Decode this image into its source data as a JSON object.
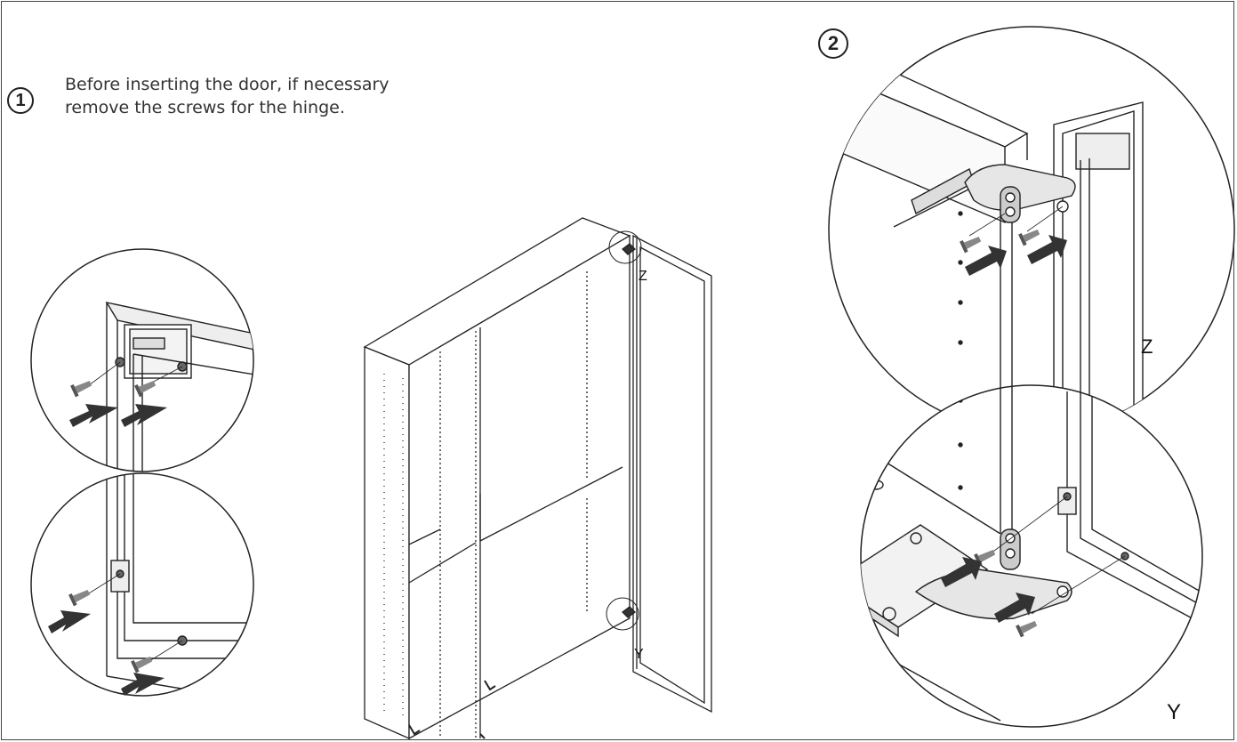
{
  "step1": {
    "number": "1",
    "line1": "Before inserting the door, if necessary",
    "line2": "remove the screws for the hinge."
  },
  "step2": {
    "number": "2"
  },
  "callouts": {
    "z_small": "Z",
    "y_small": "Y",
    "z_large": "Z",
    "y_large": "Y"
  },
  "icons": [
    "screw-icon",
    "arrow-icon",
    "hinge-icon"
  ]
}
